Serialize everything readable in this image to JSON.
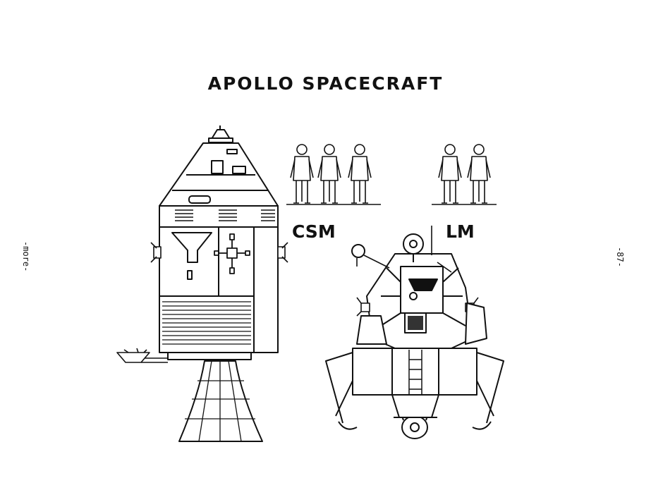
{
  "document": {
    "title": "APOLLO SPACECRAFT",
    "csm_label": "CSM",
    "lm_label": "LM",
    "left_margin_note": "-more-",
    "right_margin_note": "-87-",
    "crew_csm_count": 3,
    "crew_lm_count": 2,
    "ink_color": "#111111",
    "paper_color": "#ffffff"
  }
}
